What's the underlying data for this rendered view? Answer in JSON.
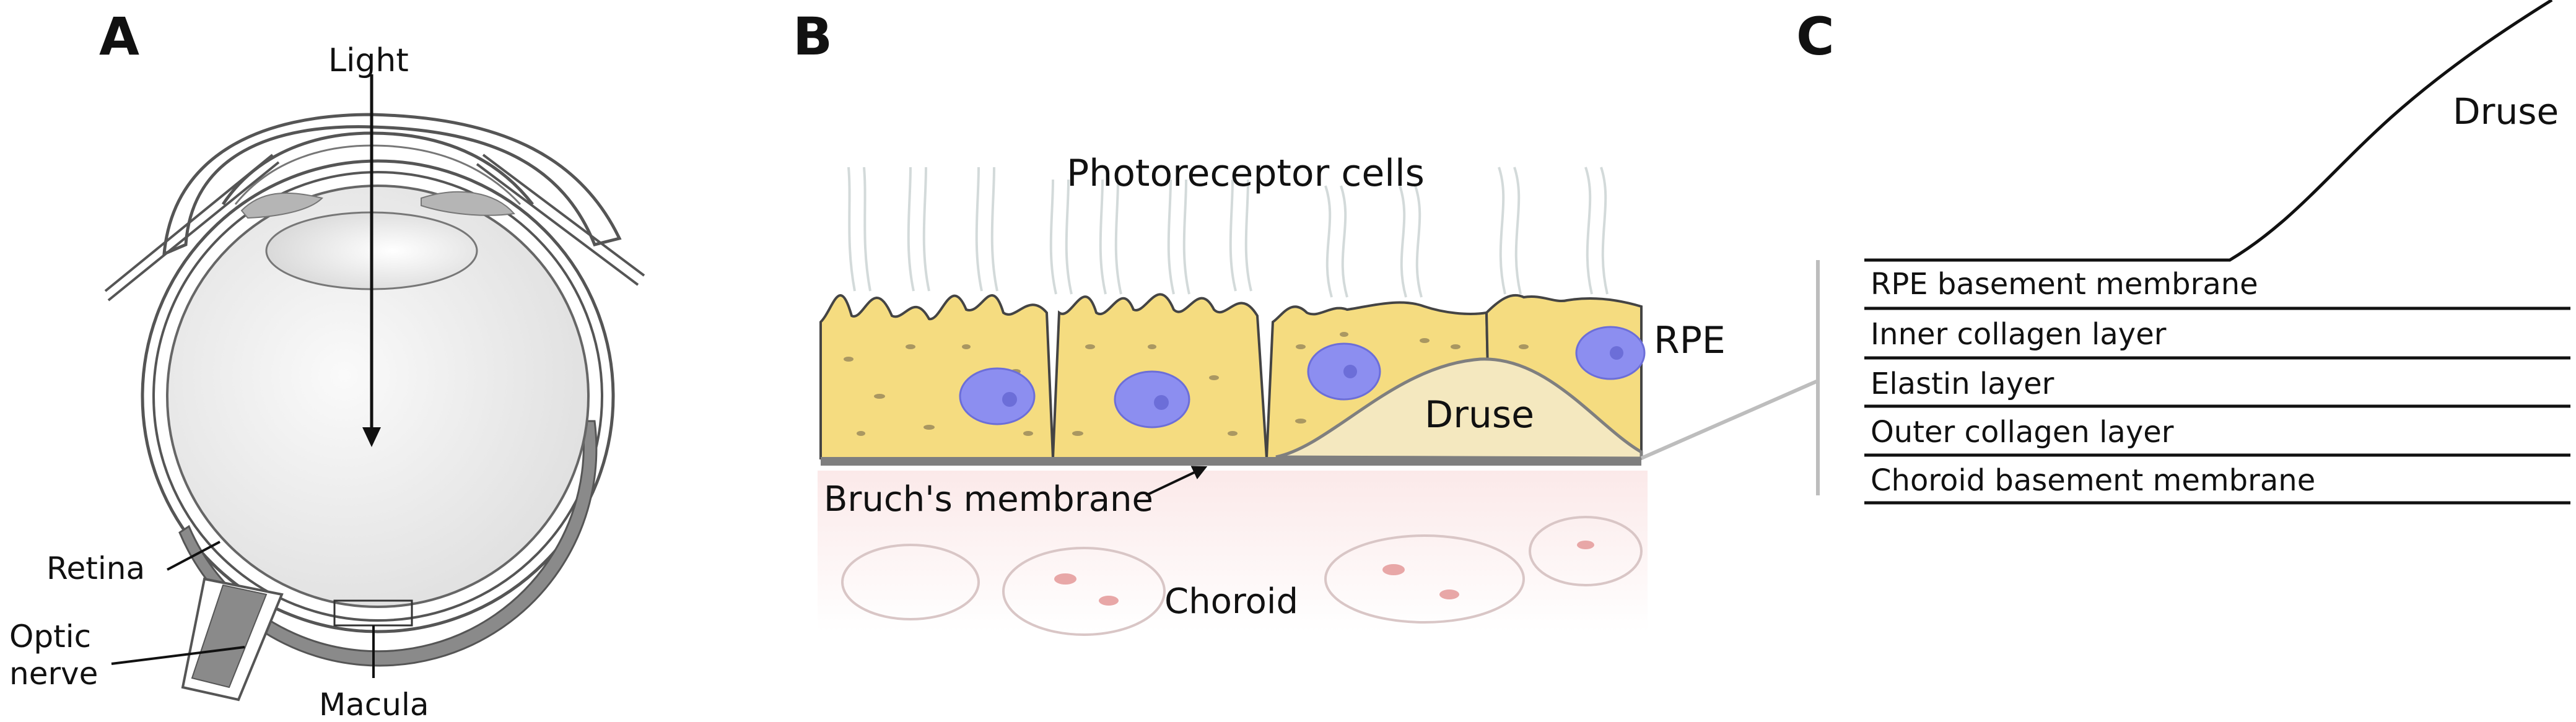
{
  "panels": {
    "a": {
      "letter": "A",
      "labels": {
        "light": "Light",
        "retina": "Retina",
        "optic_nerve_line1": "Optic",
        "optic_nerve_line2": "nerve",
        "macula": "Macula"
      }
    },
    "b": {
      "letter": "B",
      "labels": {
        "photoreceptor": "Photoreceptor cells",
        "rpe": "RPE",
        "druse": "Druse",
        "bruchs": "Bruch's membrane",
        "choroid": "Choroid"
      }
    },
    "c": {
      "letter": "C",
      "labels": {
        "druse": "Druse",
        "layers": [
          "RPE basement membrane",
          "Inner collagen layer",
          "Elastin layer",
          "Outer collagen layer",
          "Choroid basement membrane"
        ]
      }
    }
  },
  "colors": {
    "rpe_cell": "#f5dc80",
    "nucleus": "#8c8ef0",
    "druse": "#f4e8bf",
    "membrane": "#7f7f7f",
    "retina": "#8a8a8a",
    "eye_fill": "#ededed",
    "choroid_tint": "#fbeeee"
  }
}
